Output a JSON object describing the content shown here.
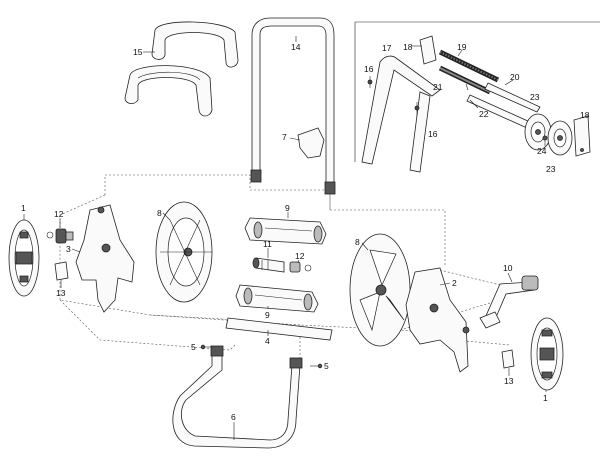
{
  "diagram": {
    "palette": {
      "ink": "#222222",
      "fill_light": "#fafafa",
      "fill_dark": "#555555",
      "fill_mid": "#bbbbbb"
    },
    "callouts": [
      {
        "id": "lbl-1-left",
        "text": "1"
      },
      {
        "id": "lbl-1-right",
        "text": "1"
      },
      {
        "id": "lbl-2",
        "text": "2"
      },
      {
        "id": "lbl-3",
        "text": "3"
      },
      {
        "id": "lbl-4",
        "text": "4"
      },
      {
        "id": "lbl-5-left",
        "text": "5"
      },
      {
        "id": "lbl-5-right",
        "text": "5"
      },
      {
        "id": "lbl-6",
        "text": "6"
      },
      {
        "id": "lbl-7",
        "text": "7"
      },
      {
        "id": "lbl-8-left",
        "text": "8"
      },
      {
        "id": "lbl-8-right",
        "text": "8"
      },
      {
        "id": "lbl-9-top",
        "text": "9"
      },
      {
        "id": "lbl-9-bottom",
        "text": "9"
      },
      {
        "id": "lbl-10",
        "text": "10"
      },
      {
        "id": "lbl-11",
        "text": "11"
      },
      {
        "id": "lbl-12-left",
        "text": "12"
      },
      {
        "id": "lbl-12-mid",
        "text": "12"
      },
      {
        "id": "lbl-13-left",
        "text": "13"
      },
      {
        "id": "lbl-13-right",
        "text": "13"
      },
      {
        "id": "lbl-14",
        "text": "14"
      },
      {
        "id": "lbl-15",
        "text": "15"
      },
      {
        "id": "lbl-16-left",
        "text": "16"
      },
      {
        "id": "lbl-16-right",
        "text": "16"
      },
      {
        "id": "lbl-17",
        "text": "17"
      },
      {
        "id": "lbl-18-left",
        "text": "18"
      },
      {
        "id": "lbl-18-right",
        "text": "18"
      },
      {
        "id": "lbl-19",
        "text": "19"
      },
      {
        "id": "lbl-20",
        "text": "20"
      },
      {
        "id": "lbl-21",
        "text": "21"
      },
      {
        "id": "lbl-22",
        "text": "22"
      },
      {
        "id": "lbl-23-top",
        "text": "23"
      },
      {
        "id": "lbl-23-bottom",
        "text": "23"
      },
      {
        "id": "lbl-24",
        "text": "24"
      }
    ]
  }
}
